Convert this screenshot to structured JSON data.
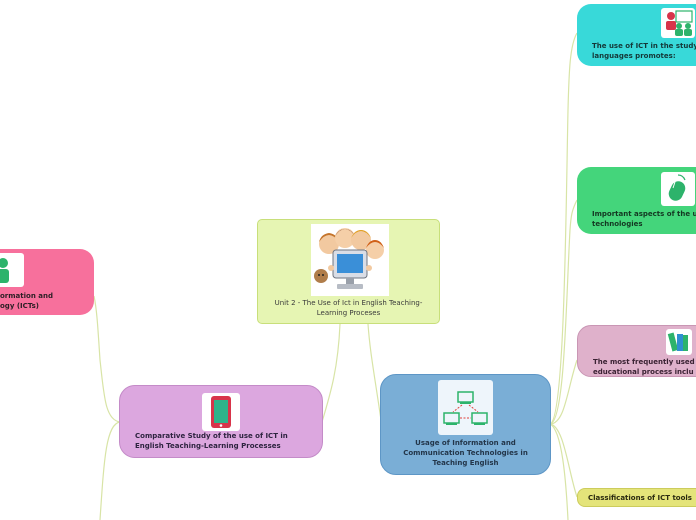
{
  "colors": {
    "line": "#d8e4a6",
    "central_fill": "#e6f5b3",
    "central_border": "#c8df7a",
    "ict_fill": "#7aaed6",
    "ict_border": "#5d96c6",
    "compare_fill": "#dca7df",
    "compare_border": "#c48bc8",
    "pink_fill": "#f7709c",
    "cyan_fill": "#38d9d9",
    "green_fill": "#44d57b",
    "mauve_fill": "#dfb1cb",
    "yellow_fill": "#e4e47a"
  },
  "central": {
    "label": "Unit 2 - The Use of Ict in English Teaching-Learning Proceses",
    "icon": "children-computer-icon"
  },
  "ict_node": {
    "label": "Usage of Information and Communication Technologies in Teaching English",
    "icon": "network-icon"
  },
  "compare_node": {
    "label": "Comparative Study of the use of ICT in English Teaching-Learning Processes",
    "icon": "tablet-icon"
  },
  "left_node": {
    "line1": "ormation and",
    "line2": "ogy (ICTs)",
    "icon": "person-icon"
  },
  "right_nodes": [
    {
      "label": "The use of ICT in the study languages promotes:",
      "icon": "teacher-students-icon"
    },
    {
      "label": "Important aspects of the u technologies",
      "icon": "mouse-icon"
    },
    {
      "label": "The most frequently used educational process inclu",
      "icon": "books-icon"
    },
    {
      "label": "Classifications of ICT tools"
    }
  ]
}
